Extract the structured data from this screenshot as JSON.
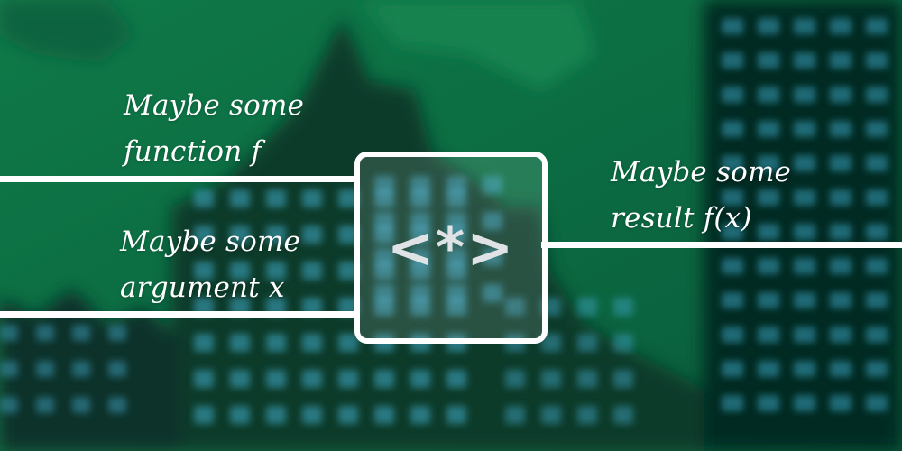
{
  "inputs": [
    {
      "line1": "Maybe some",
      "line2": "function f"
    },
    {
      "line1": "Maybe some",
      "line2": "argument x"
    }
  ],
  "output": {
    "line1": "Maybe some",
    "line2": "result f(x)"
  },
  "box": {
    "symbol": "<*>"
  },
  "colors": {
    "background": "#0b6b42",
    "background_light": "#128552",
    "dark_region": "#062e24",
    "tile": "#3ea9c9",
    "wire": "#ffffff",
    "text": "#ffffff"
  }
}
